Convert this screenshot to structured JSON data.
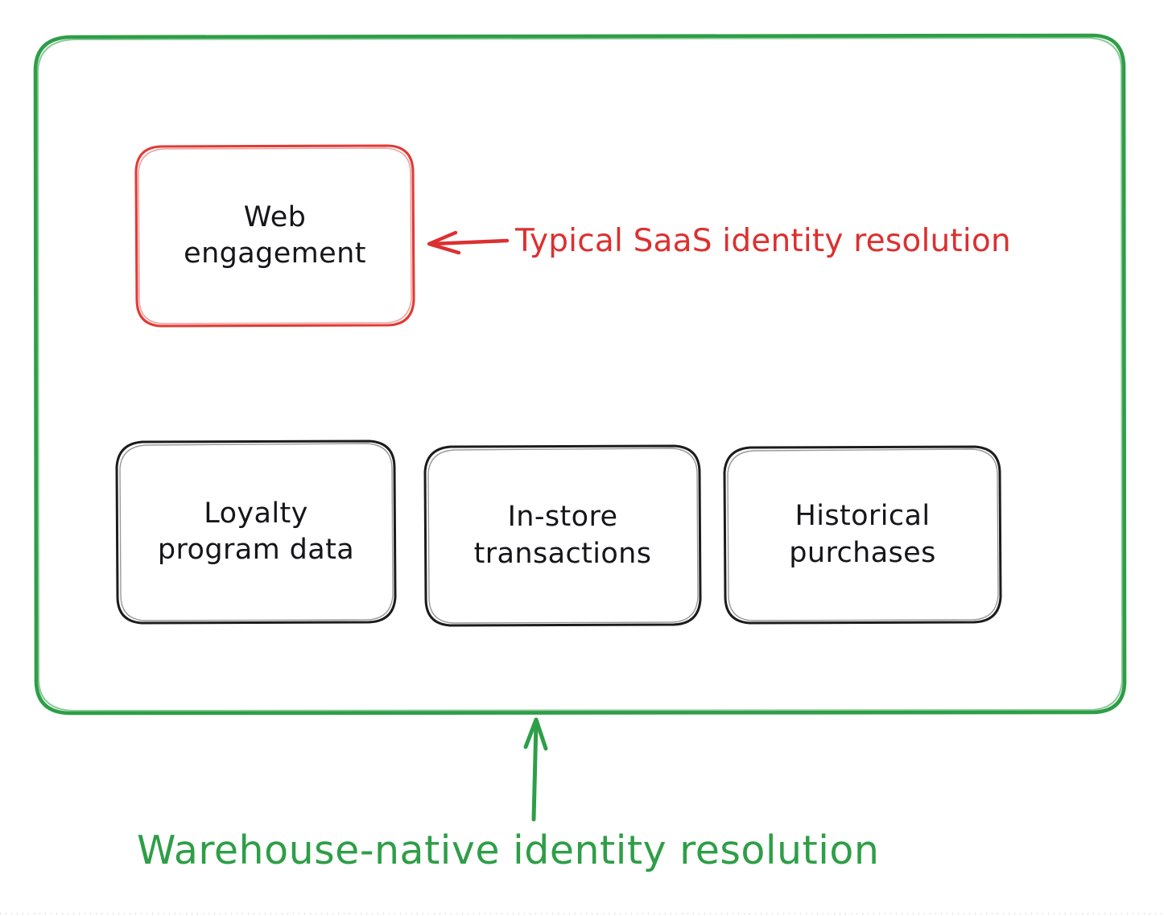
{
  "diagram": {
    "type": "concept-diagram",
    "style": "hand-drawn-sketch",
    "background_color": "#ffffff",
    "container": {
      "name": "data-warehouse-container",
      "border_color": "#2e9e47",
      "fill": "none",
      "shape": "rounded-rectangle"
    },
    "nodes": [
      {
        "id": "web-engagement",
        "line1": "Web",
        "line2": "engagement",
        "border_color": "#e03b36",
        "text_color": "#16161a",
        "highlighted": true
      },
      {
        "id": "loyalty-program-data",
        "line1": "Loyalty",
        "line2": "program data",
        "border_color": "#1c1c1c",
        "text_color": "#16161a",
        "highlighted": false
      },
      {
        "id": "in-store-transactions",
        "line1": "In-store",
        "line2": "transactions",
        "border_color": "#1c1c1c",
        "text_color": "#16161a",
        "highlighted": false
      },
      {
        "id": "historical-purchases",
        "line1": "Historical",
        "line2": "purchases",
        "border_color": "#1c1c1c",
        "text_color": "#16161a",
        "highlighted": false
      }
    ],
    "annotations": [
      {
        "id": "typical-saas",
        "text": "Typical SaaS identity resolution",
        "color": "#dc3030",
        "arrow": "left-arrow",
        "points_to": "web-engagement"
      },
      {
        "id": "warehouse-native",
        "text": "Warehouse-native identity resolution",
        "color": "#2e9e47",
        "arrow": "up-arrow",
        "points_to": "data-warehouse-container"
      }
    ]
  }
}
